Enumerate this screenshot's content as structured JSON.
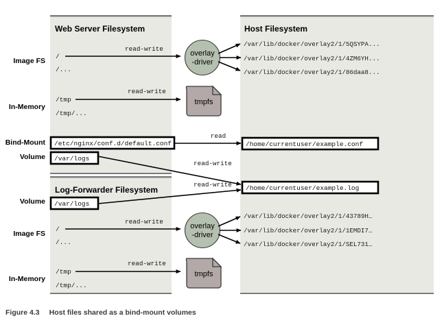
{
  "figure": {
    "number": "Figure 4.3",
    "title": "Host files shared as a bind-mount volumes"
  },
  "colors": {
    "panel_background": "#e9e9e4",
    "panel_rule": "#7b7b7b",
    "overlay_node_fill": "#b5c0b0",
    "tmpfs_node_fill": "#b3a9a9",
    "line": "#000000",
    "page_background": "#ffffff"
  },
  "row_labels": {
    "image_fs_top": "Image FS",
    "in_memory_top": "In-Memory",
    "bind_mount": "Bind-Mount",
    "volume_top": "Volume",
    "volume_bottom": "Volume",
    "image_fs_bottom": "Image FS",
    "in_memory_bottom": "In-Memory"
  },
  "panels": {
    "web_server": {
      "title": "Web Server Filesystem",
      "image_fs": {
        "root": "/",
        "ellipsis": "/..."
      },
      "in_memory": {
        "root": "/tmp",
        "ellipsis": "/tmp/..."
      }
    },
    "log_forwarder": {
      "title": "Log-Forwarder Filesystem",
      "image_fs": {
        "root": "/",
        "ellipsis": "/..."
      },
      "in_memory": {
        "root": "/tmp",
        "ellipsis": "/tmp/..."
      }
    },
    "host": {
      "title": "Host Filesystem"
    }
  },
  "nodes": {
    "overlay_driver_top": {
      "line1": "overlay",
      "line2": "-driver"
    },
    "overlay_driver_bottom": {
      "line1": "overlay",
      "line2": "-driver"
    },
    "tmpfs_top": "tmpfs",
    "tmpfs_bottom": "tmpfs"
  },
  "mount_boxes": {
    "web_bind_mount": "/etc/nginx/conf.d/default.conf",
    "web_volume": "/var/logs",
    "log_volume": "/var/logs",
    "host_example_conf": "/home/currentuser/example.conf",
    "host_example_log": "/home/currentuser/example.log"
  },
  "host_layers": {
    "web_server": [
      "/var/lib/docker/overlay2/1/5QSYPA...",
      "/var/lib/docker/overlay2/1/4ZM6YH...",
      "/var/lib/docker/overlay2/1/86daa8..."
    ],
    "log_forwarder": [
      "/var/lib/docker/overlay2/1/43789H…",
      "/var/lib/docker/overlay2/1/1EMDI7…",
      "/var/lib/docker/overlay2/1/SEL731…"
    ]
  },
  "edges": {
    "web_image_fs": "read-write",
    "web_in_memory": "read-write",
    "web_bind_mount": "read",
    "web_volume": "read-write",
    "log_volume": "read-write",
    "log_image_fs": "read-write",
    "log_in_memory": "read-write"
  }
}
